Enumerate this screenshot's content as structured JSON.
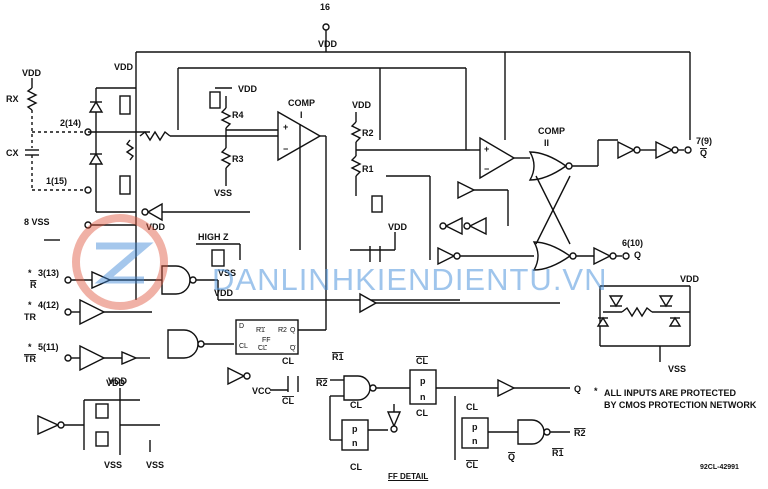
{
  "labels": {
    "vdd": "VDD",
    "vss": "VSS",
    "vcc": "VCC",
    "pin16": "16",
    "rx": "RX",
    "cx": "CX",
    "pin_2_14": "2(14)",
    "pin_1_15": "1(15)",
    "pin_8_vss": "8 VSS",
    "pin_3_13": "3(13)",
    "r_bar": "R",
    "pin_4_12": "4(12)",
    "tr_plus": "TR",
    "pin_5_11": "5(11)",
    "tr_minus": "TR",
    "pin_7_9": "7(9)",
    "q_bar": "Q",
    "pin_6_10": "6(10)",
    "q": "Q",
    "comp1": "COMP",
    "comp1_num": "I",
    "comp2": "COMP",
    "comp2_num": "II",
    "high_z": "HIGH Z",
    "r2": "R2",
    "r1": "R1",
    "r3": "R3",
    "r4": "R4",
    "ff": "FF",
    "d": "D",
    "cl": "CL",
    "cl_bar": "CL",
    "ff_q": "Q",
    "ff_qbar": "Q",
    "p": "p",
    "n": "n",
    "q_out": "Q",
    "r2_bar": "R2",
    "r1_bar": "R1",
    "qbar_out": "Q",
    "asterisk": "*",
    "note_line1": "ALL INPUTS ARE PROTECTED",
    "note_line2": "BY CMOS PROTECTION NETWORK",
    "ff_detail": "FF DETAIL",
    "part_number": "92CL-42991",
    "watermark": "DANLINHKIENDIENTU.VN"
  }
}
